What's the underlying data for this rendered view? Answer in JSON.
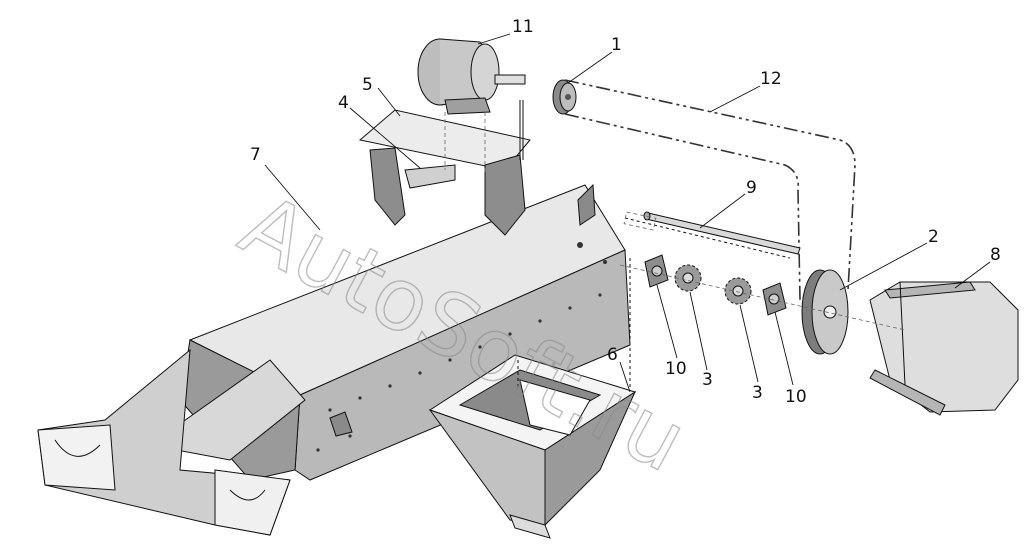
{
  "diagram": {
    "callouts": [
      "1",
      "2",
      "3",
      "3",
      "4",
      "5",
      "6",
      "7",
      "8",
      "9",
      "10",
      "10",
      "11",
      "12"
    ],
    "watermark": "AutoSoft.ru"
  },
  "colors": {
    "line": "#111111",
    "body_light": "#e6e6e6",
    "body_mid": "#bdbdbd",
    "body_dark": "#8f8f8f",
    "background": "#ffffff"
  }
}
